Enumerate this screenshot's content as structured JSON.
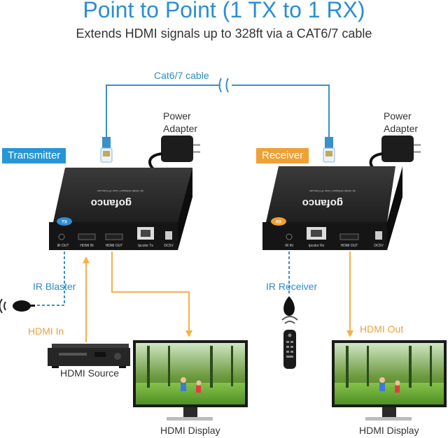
{
  "title": "Point to Point (1 TX to 1 RX)",
  "subtitle": "Extends HDMI signals up to 328ft via a CAT6/7 cable",
  "cable_label": "Cat6/7 cable",
  "transmitter": {
    "tag": "Transmitter",
    "power_label_1": "Power",
    "power_label_2": "Adapter",
    "brand": "gofanco",
    "model_text": "4K HDMI HDBaseT Over IP Extender",
    "badge": "TX",
    "ports": [
      "IR OUT",
      "HDMI IN",
      "HDMI OUT",
      "Ipcolor Tx",
      "DC5V"
    ]
  },
  "receiver": {
    "tag": "Receiver",
    "power_label_1": "Power",
    "power_label_2": "Adapter",
    "brand": "gofanco",
    "model_text": "4K HDMI HDBaseT Over IP Extender",
    "badge": "RX",
    "ports": [
      "IR IN",
      "Ipcolor Rx",
      "HDMI OUT",
      "DC5V"
    ]
  },
  "labels": {
    "ir_blaster": "IR Blaster",
    "hdmi_in": "HDMI In",
    "hdmi_source": "HDMI Source",
    "hdmi_display_left": "HDMI Display",
    "ir_receiver": "IR Receiver",
    "hdmi_out": "HDMI Out",
    "hdmi_display_right": "HDMI Display"
  },
  "colors": {
    "title_blue": "#2b8fd0",
    "transmitter_tag": "#2596d6",
    "receiver_tag": "#f1a033",
    "signal_orange": "#f3b24a",
    "ir_blue": "#3a90c8",
    "box_body": "#2a2a2a"
  }
}
